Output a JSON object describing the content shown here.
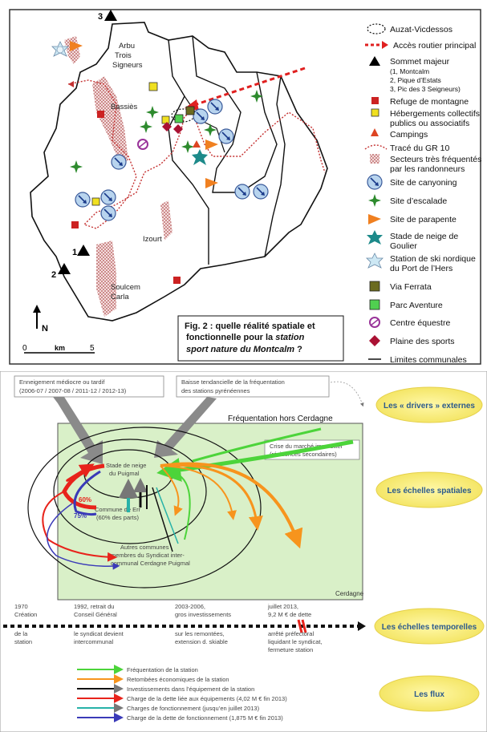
{
  "map": {
    "legend": [
      {
        "key": "auzat",
        "label": "Auzat-Vicdessos"
      },
      {
        "key": "road",
        "label": "Accès routier principal"
      },
      {
        "key": "summit",
        "label": "Sommet majeur",
        "sub": [
          "(1, Montcalm",
          "2, Pique d’Estats",
          "3, Pic des 3 Seigneurs)"
        ]
      },
      {
        "key": "refuge",
        "label": "Refuge de montagne"
      },
      {
        "key": "heberg",
        "label": "Hébergements collectifs",
        "label2": "publics ou associatifs"
      },
      {
        "key": "camping",
        "label": "Campings"
      },
      {
        "key": "gr10",
        "label": "Tracé du GR 10"
      },
      {
        "key": "sectors",
        "label": "Secteurs très fréquentés",
        "label2": "par les randonneurs"
      },
      {
        "key": "canyon",
        "label": "Site de canyoning"
      },
      {
        "key": "escalade",
        "label": "Site d’escalade"
      },
      {
        "key": "parapente",
        "label": "Site de parapente"
      },
      {
        "key": "goulier",
        "label": "Stade de neige de",
        "label2": "Goulier"
      },
      {
        "key": "nordic",
        "label": "Station de ski nordique",
        "label2": "du Port de l’Hers"
      },
      {
        "key": "ferrata",
        "label": "Via Ferrata"
      },
      {
        "key": "aventure",
        "label": "Parc Aventure"
      },
      {
        "key": "equestre",
        "label": "Centre équestre"
      },
      {
        "key": "plaine",
        "label": "Plaine des sports"
      },
      {
        "key": "limits",
        "label": "Limites communales"
      }
    ],
    "places": {
      "arbu": "Arbu",
      "trois": "Trois",
      "signeurs": "Signeurs",
      "bassies": "Bassiès",
      "izourt": "Izourt",
      "soulcem": "Soulcem",
      "carla": "Carla"
    },
    "summits": {
      "s1": "1",
      "s2": "2",
      "s3": "3"
    },
    "north": "N",
    "scale": {
      "zero": "0",
      "unit": "km",
      "five": "5"
    },
    "caption": {
      "line1": "Fig. 2 : quelle réalité spatiale et",
      "line2a": "fonctionnelle pour la ",
      "line2b": "station",
      "line3": "sport nature du Montcalm",
      "line3b": " ?"
    },
    "colors": {
      "refuge": "#cc2222",
      "heberg": "#f0e020",
      "camping": "#dd4422",
      "canyon": "#b8d4ee",
      "escalade": "#2d8a2d",
      "parapente": "#f08020",
      "goulier": "#1d8a8a",
      "ferrata": "#6b6b1f",
      "aventure": "#50d050",
      "equestre": "#993399",
      "plaine": "#aa1133"
    }
  },
  "diagram": {
    "box_enneigement": [
      "Enneigement médiocre ou tardif",
      "(2006-07 / 2007-08 / 2011-12 / 2012-13)"
    ],
    "box_baisse": [
      "Baisse tendancielle de la fréquentation",
      "des stations pyrénéennes"
    ],
    "freq_hors": "Fréquentation hors Cerdagne",
    "crise": [
      "Crise du marché immobilier",
      "(résidences secondaires)"
    ],
    "stade": [
      "Stade de neige",
      "du Puigmal"
    ],
    "commune": [
      "Commune de Err",
      "(60% des parts)"
    ],
    "autres": [
      "Autres communes",
      "membres du Syndicat inter-",
      "communal Cerdagne Puigmal"
    ],
    "pct_60": "60%",
    "pct_75": "75%",
    "cerdagne": "Cerdagne",
    "timeline": [
      [
        "1970",
        "Création",
        "de la",
        "station"
      ],
      [
        "1992, retrait du",
        "Conseil Général",
        "le syndicat devient",
        "intercommunal"
      ],
      [
        "2003-2006,",
        "gros investissements",
        "sur les remontées,",
        "extension d. skiable"
      ],
      [
        "juillet 2013,",
        "9,2 M € de dette",
        "arrêté préfectoral",
        "liquidant le syndicat,",
        "fermeture station"
      ]
    ],
    "flux": [
      {
        "label": "Fréquentation de la station",
        "color": "#4cd43a"
      },
      {
        "label": "Retombées économiques de la station",
        "color": "#f7941d"
      },
      {
        "label": "Investissements dans l’équipement de la station",
        "color": "#111111"
      },
      {
        "label": "Charge de la dette liée aux équipements (4,02 M € fin 2013)",
        "color": "#e8231b"
      },
      {
        "label": "Charges de fonctionnement (jusqu’en juillet 2013)",
        "color": "#27b2a8"
      },
      {
        "label": "Charge de la dette de fonctionnement (1,875 M € fin 2013)",
        "color": "#3a3ab8"
      }
    ],
    "ovals": [
      "Les « drivers » externes",
      "Les échelles spatiales",
      "Les échelles temporelles",
      "Les flux"
    ]
  }
}
